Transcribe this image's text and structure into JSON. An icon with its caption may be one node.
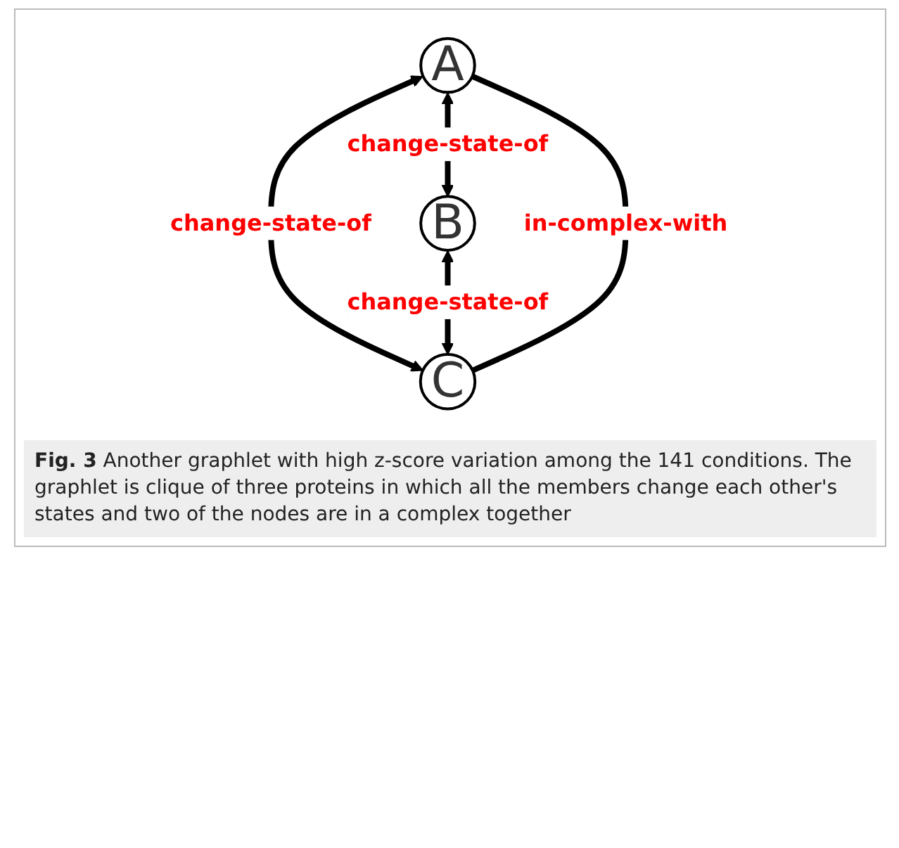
{
  "diagram": {
    "caption": "**Fig. 3** Another graphlet with high z-score variation among the 141 conditions. The graphlet is clique of three proteins in which all the members change each other's states and two of the nodes are in a complex together",
    "nodes": [
      {
        "text": [
          "A"
        ]
      },
      {
        "text": [
          "B"
        ]
      },
      {
        "text": [
          "C"
        ]
      }
    ],
    "edges": [
      {
        "from": 0,
        "to": 1,
        "arrow": "both",
        "label": "change-state-of"
      },
      {
        "from": 0,
        "to": 2,
        "arrow": "both",
        "label": "change-state-of"
      },
      {
        "from": 1,
        "to": 2,
        "arrow": "both",
        "label": "change-state-of"
      },
      {
        "from": 0,
        "to": 2,
        "arrow": "none",
        "label": "in-complex-with"
      }
    ]
  }
}
